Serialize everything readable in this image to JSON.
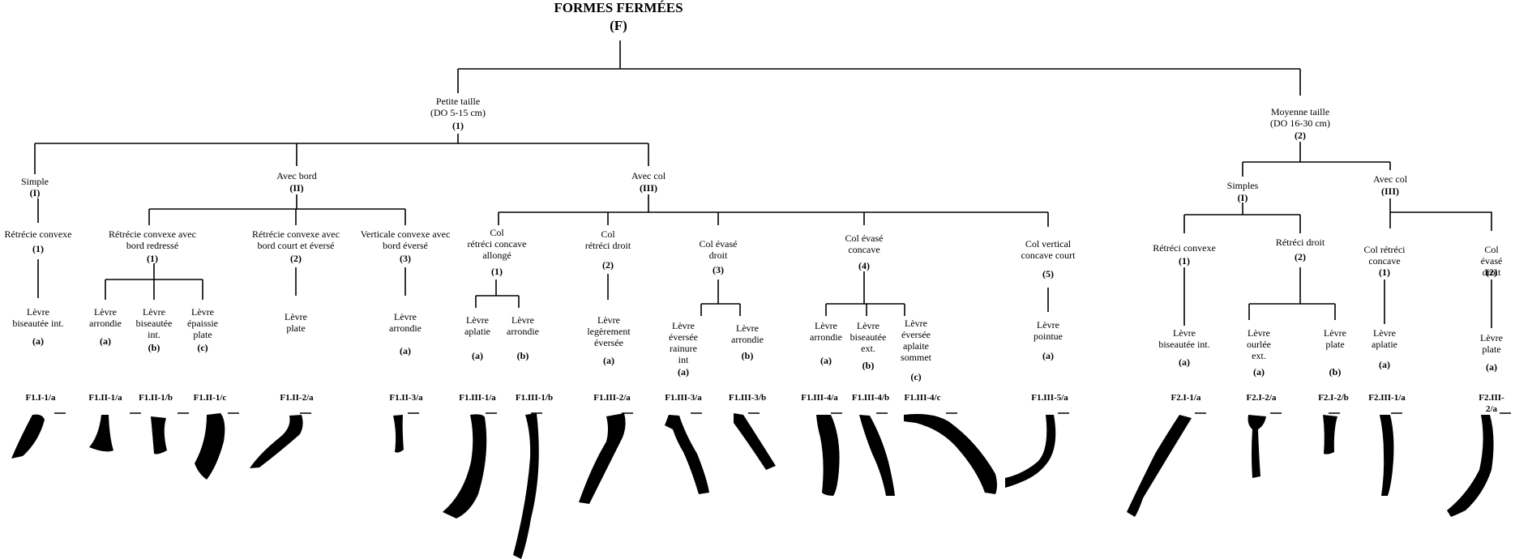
{
  "title": "FORMES FERMÉES",
  "title_code": "(F)",
  "level1": [
    {
      "label": "Petite taille\n(DO 5-15 cm)",
      "code": "(1)"
    },
    {
      "label": "Moyenne taille\n(DO 16-30 cm)",
      "code": "(2)"
    }
  ],
  "groups": {
    "small_simple": {
      "label": "Simple",
      "code": "(I)"
    },
    "small_bord": {
      "label": "Avec bord",
      "code": "(II)"
    },
    "small_col": {
      "label": "Avec col",
      "code": "(III)"
    },
    "med_simples": {
      "label": "Simples",
      "code": "(I)"
    },
    "med_col": {
      "label": "Avec col",
      "code": "(III)"
    }
  },
  "subgroups": [
    {
      "label": "Rétrécie convexe",
      "code": "(1)"
    },
    {
      "label": "Rétrécie convexe avec\nbord redressé",
      "code": "(1)"
    },
    {
      "label": "Rétrécie convexe avec\nbord court et éversé",
      "code": "(2)"
    },
    {
      "label": "Verticale convexe avec\nbord éversé",
      "code": "(3)"
    },
    {
      "label": "Col\nrétréci concave\nallongé",
      "code": "(1)"
    },
    {
      "label": "Col\nrétréci droit",
      "code": "(2)"
    },
    {
      "label": "Col évasé\ndroit",
      "code": "(3)"
    },
    {
      "label": "Col évasé\nconcave",
      "code": "(4)"
    },
    {
      "label": "Col vertical\nconcave court",
      "code": "(5)"
    },
    {
      "label": "Rétréci convexe",
      "code": "(1)"
    },
    {
      "label": "Rétréci droit",
      "code": "(2)"
    },
    {
      "label": "Col rétréci\nconcave",
      "code": "(1)"
    },
    {
      "label": "Col évasé\ndroit",
      "code": "(2)"
    }
  ],
  "leaves": [
    {
      "label": "Lèvre\nbiseautée int.",
      "code": "(a)",
      "id": "F1.I-1/a"
    },
    {
      "label": "Lèvre\narrondie",
      "code": "(a)",
      "id": "F1.II-1/a"
    },
    {
      "label": "Lèvre\nbiseautée\nint.",
      "code": "(b)",
      "id": "F1.II-1/b"
    },
    {
      "label": "Lèvre\népaissie\nplate",
      "code": "(c)",
      "id": "F1.II-1/c"
    },
    {
      "label": "Lèvre\nplate",
      "code": "",
      "id": "F1.II-2/a"
    },
    {
      "label": "Lèvre\narrondie",
      "code": "(a)",
      "id": "F1.II-3/a"
    },
    {
      "label": "Lèvre\naplatie",
      "code": "(a)",
      "id": "F1.III-1/a"
    },
    {
      "label": "Lèvre\narrondie",
      "code": "(b)",
      "id": "F1.III-1/b"
    },
    {
      "label": "Lèvre\nlegèrement\néversée",
      "code": "(a)",
      "id": "F1.III-2/a"
    },
    {
      "label": "Lèvre\néversée\nrainure\nint",
      "code": "(a)",
      "id": "F1.III-3/a"
    },
    {
      "label": "Lèvre\narrondie",
      "code": "(b)",
      "id": "F1.III-3/b"
    },
    {
      "label": "Lèvre\narrondie",
      "code": "(a)",
      "id": "F1.III-4/a"
    },
    {
      "label": "Lèvre\nbiseautée\next.",
      "code": "(b)",
      "id": "F1.III-4/b"
    },
    {
      "label": "Lèvre\néversée\naplaite\nsommet",
      "code": "(c)",
      "id": "F1.III-4/c"
    },
    {
      "label": "Lèvre\npointue",
      "code": "(a)",
      "id": "F1.III-5/a"
    },
    {
      "label": "Lèvre\nbiseautée int.",
      "code": "(a)",
      "id": "F2.I-1/a"
    },
    {
      "label": "Lèvre\nourlée\next.",
      "code": "(a)",
      "id": "F2.I-2/a"
    },
    {
      "label": "Lèvre\nplate",
      "code": "(b)",
      "id": "F2.I-2/b"
    },
    {
      "label": "Lèvre\naplatie",
      "code": "(a)",
      "id": "F2.III-1/a"
    },
    {
      "label": "Lèvre\nplate",
      "code": "(a)",
      "id": "F2.III-2/a"
    }
  ]
}
